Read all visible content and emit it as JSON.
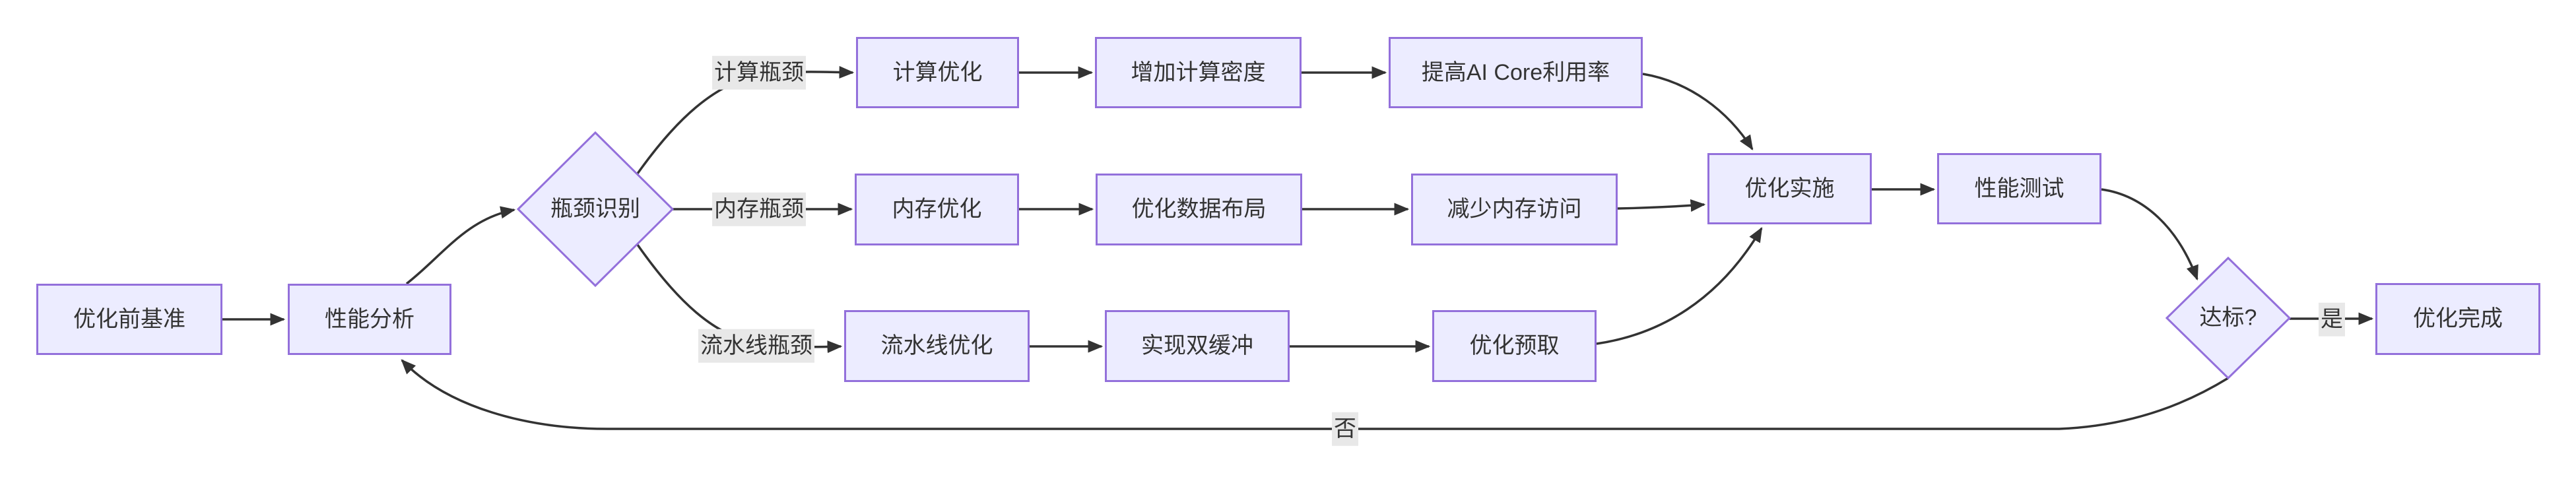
{
  "diagram": {
    "type": "flowchart",
    "direction": "left-to-right",
    "background": "#ffffff",
    "colors": {
      "node_fill": "#ECECFF",
      "node_border": "#9370DB",
      "edge_line": "#333333",
      "text": "#333333",
      "edge_label_bg": "#e8e8e8"
    },
    "nodes": [
      {
        "id": "baseline",
        "label": "优化前基准",
        "shape": "rect"
      },
      {
        "id": "analyze",
        "label": "性能分析",
        "shape": "rect"
      },
      {
        "id": "bottleneck",
        "label": "瓶颈识别",
        "shape": "diamond"
      },
      {
        "id": "comp_opt",
        "label": "计算优化",
        "shape": "rect"
      },
      {
        "id": "comp_density",
        "label": "增加计算密度",
        "shape": "rect"
      },
      {
        "id": "ai_core",
        "label": "提高AI Core利用率",
        "shape": "rect"
      },
      {
        "id": "mem_opt",
        "label": "内存优化",
        "shape": "rect"
      },
      {
        "id": "data_layout",
        "label": "优化数据布局",
        "shape": "rect"
      },
      {
        "id": "mem_access",
        "label": "减少内存访问",
        "shape": "rect"
      },
      {
        "id": "pipe_opt",
        "label": "流水线优化",
        "shape": "rect"
      },
      {
        "id": "double_buffer",
        "label": "实现双缓冲",
        "shape": "rect"
      },
      {
        "id": "prefetch",
        "label": "优化预取",
        "shape": "rect"
      },
      {
        "id": "implement",
        "label": "优化实施",
        "shape": "rect"
      },
      {
        "id": "perf_test",
        "label": "性能测试",
        "shape": "rect"
      },
      {
        "id": "pass_check",
        "label": "达标?",
        "shape": "diamond"
      },
      {
        "id": "complete",
        "label": "优化完成",
        "shape": "rect"
      }
    ],
    "edges": [
      {
        "from": "baseline",
        "to": "analyze",
        "label": ""
      },
      {
        "from": "analyze",
        "to": "bottleneck",
        "label": ""
      },
      {
        "from": "bottleneck",
        "to": "comp_opt",
        "label": "计算瓶颈"
      },
      {
        "from": "bottleneck",
        "to": "mem_opt",
        "label": "内存瓶颈"
      },
      {
        "from": "bottleneck",
        "to": "pipe_opt",
        "label": "流水线瓶颈"
      },
      {
        "from": "comp_opt",
        "to": "comp_density",
        "label": ""
      },
      {
        "from": "comp_density",
        "to": "ai_core",
        "label": ""
      },
      {
        "from": "mem_opt",
        "to": "data_layout",
        "label": ""
      },
      {
        "from": "data_layout",
        "to": "mem_access",
        "label": ""
      },
      {
        "from": "pipe_opt",
        "to": "double_buffer",
        "label": ""
      },
      {
        "from": "double_buffer",
        "to": "prefetch",
        "label": ""
      },
      {
        "from": "ai_core",
        "to": "implement",
        "label": ""
      },
      {
        "from": "mem_access",
        "to": "implement",
        "label": ""
      },
      {
        "from": "prefetch",
        "to": "implement",
        "label": ""
      },
      {
        "from": "implement",
        "to": "perf_test",
        "label": ""
      },
      {
        "from": "perf_test",
        "to": "pass_check",
        "label": ""
      },
      {
        "from": "pass_check",
        "to": "complete",
        "label": "是"
      },
      {
        "from": "pass_check",
        "to": "analyze",
        "label": "否"
      }
    ]
  }
}
